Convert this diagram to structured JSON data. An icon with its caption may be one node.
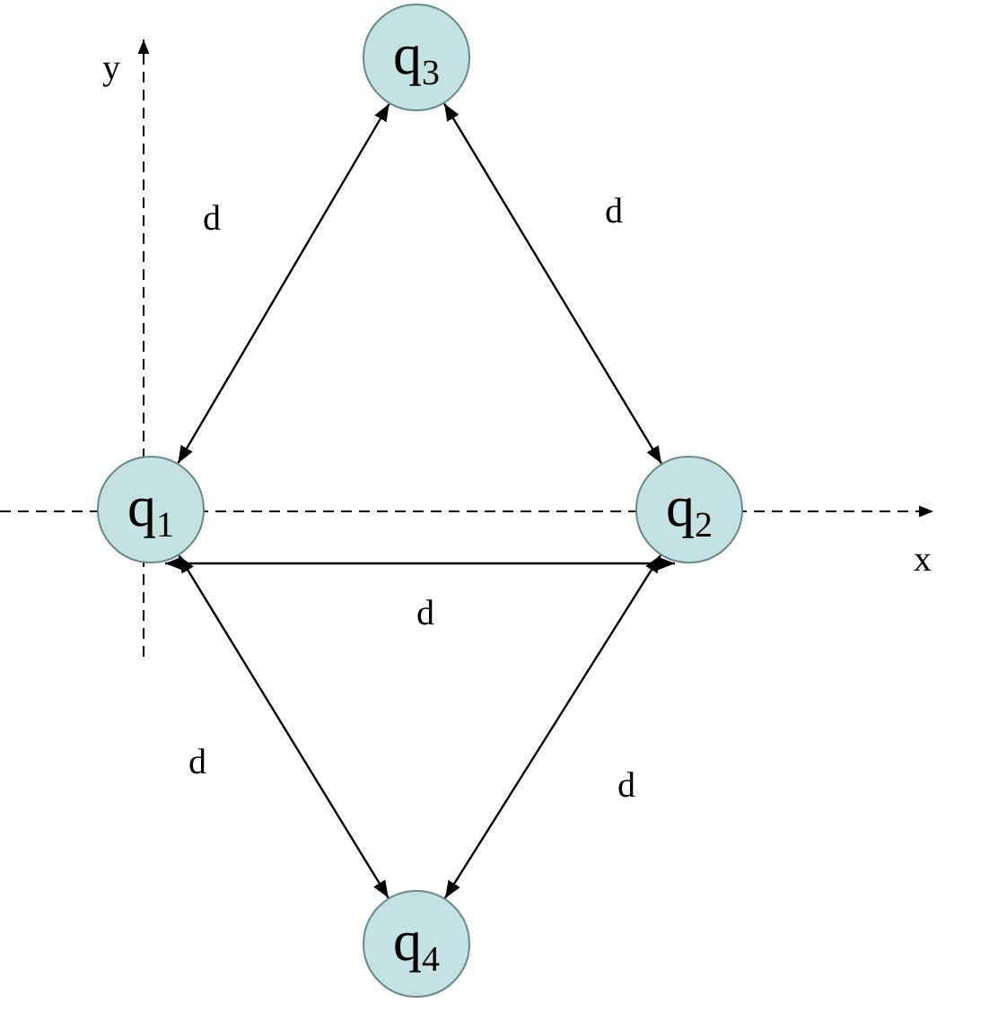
{
  "diagram": {
    "nodes": [
      {
        "text": [
          "q$_{3}$"
        ]
      },
      {
        "text": [
          "q$_{1}$"
        ]
      },
      {
        "text": [
          "q$_{2}$"
        ]
      },
      {
        "text": [
          "q$_{4}$"
        ]
      }
    ],
    "edges": [
      {
        "from": 1,
        "to": 0,
        "arrow": "both",
        "label": "d"
      },
      {
        "from": 0,
        "to": 2,
        "arrow": "both",
        "label": "d"
      },
      {
        "from": 1,
        "to": 2,
        "arrow": "both",
        "label": "d"
      },
      {
        "from": 1,
        "to": 3,
        "arrow": "both",
        "label": "d"
      },
      {
        "from": 2,
        "to": 3,
        "arrow": "both",
        "label": "d"
      }
    ],
    "labels": [
      "y",
      "x"
    ]
  }
}
